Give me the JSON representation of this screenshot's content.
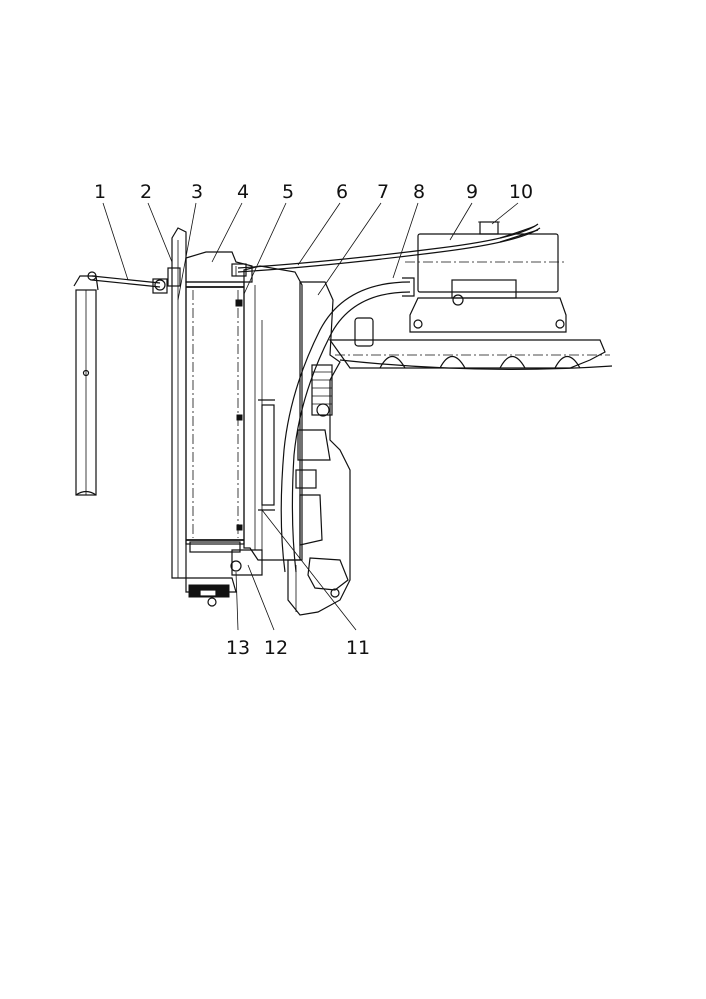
{
  "drawing": {
    "background": "#ffffff",
    "ink": "#111111"
  },
  "callouts": [
    {
      "id": "1",
      "label": "1"
    },
    {
      "id": "2",
      "label": "2"
    },
    {
      "id": "3",
      "label": "3"
    },
    {
      "id": "4",
      "label": "4"
    },
    {
      "id": "5",
      "label": "5"
    },
    {
      "id": "6",
      "label": "6"
    },
    {
      "id": "7",
      "label": "7"
    },
    {
      "id": "8",
      "label": "8"
    },
    {
      "id": "9",
      "label": "9"
    },
    {
      "id": "10",
      "label": "10"
    },
    {
      "id": "11",
      "label": "11"
    },
    {
      "id": "12",
      "label": "12"
    },
    {
      "id": "13",
      "label": "13"
    }
  ]
}
